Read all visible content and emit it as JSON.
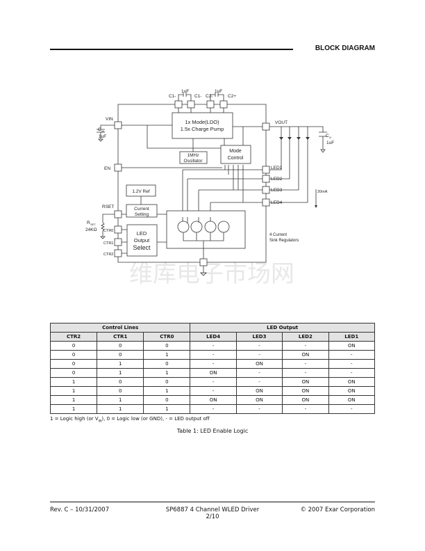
{
  "header": {
    "title": "BLOCK DIAGRAM"
  },
  "diagram": {
    "caps": {
      "c1_minus": "C1-",
      "c1_value": "1uF",
      "c1_minus_2": "C1-",
      "c2_minus": "C2-",
      "c2_value": "1uF",
      "c2_plus": "C2+"
    },
    "charge_pump": {
      "line1": "1x Mode(LDO)",
      "line2": "1.5x Charge Pump"
    },
    "oscillator": {
      "line1": "1MHz",
      "line2": "Oscillator"
    },
    "mode_control": {
      "line1": "Mode",
      "line2": "Control"
    },
    "ref": "1.2V Ref",
    "current_setting": {
      "line1": "Current",
      "line2": "Setting"
    },
    "led_select": {
      "line1": "LED",
      "line2": "Output",
      "line3": "Select"
    },
    "pins": {
      "vin": "VIN",
      "vout": "VOUT",
      "en": "EN",
      "rset": "RSET",
      "ctr0": "CTR0",
      "ctr1": "CTR1",
      "ctr2": "CTR2",
      "led1": "LED1",
      "led2": "LED2",
      "led3": "LED3",
      "led4": "LED4"
    },
    "cin": {
      "label": "C",
      "sub": "IN",
      "value": "1uF"
    },
    "co": {
      "label": "C",
      "sub": "O",
      "value": "1uF"
    },
    "rset_res": {
      "label": "R",
      "sub": "SET",
      "value": "24KΩ"
    },
    "current": "20mA",
    "sinks": {
      "line1": "4 Current",
      "line2": "Sink Regulators"
    },
    "watermark": "维库电子市场网"
  },
  "table": {
    "group_headers": [
      "Control Lines",
      "LED Output"
    ],
    "columns": [
      "CTR2",
      "CTR1",
      "CTR0",
      "LED4",
      "LED3",
      "LED2",
      "LED1"
    ],
    "rows": [
      [
        "0",
        "0",
        "0",
        "-",
        "-",
        "-",
        "ON"
      ],
      [
        "0",
        "0",
        "1",
        "-",
        "-",
        "ON",
        "-"
      ],
      [
        "0",
        "1",
        "0",
        "-",
        "ON",
        "-",
        "-"
      ],
      [
        "0",
        "1",
        "1",
        "ON",
        "-",
        "-",
        "-"
      ],
      [
        "1",
        "0",
        "0",
        "-",
        "-",
        "ON",
        "ON"
      ],
      [
        "1",
        "0",
        "1",
        "-",
        "ON",
        "ON",
        "ON"
      ],
      [
        "1",
        "1",
        "0",
        "ON",
        "ON",
        "ON",
        "ON"
      ],
      [
        "1",
        "1",
        "1",
        "-",
        "-",
        "-",
        "-"
      ]
    ],
    "footnote_a": "1 = Logic high (or V",
    "footnote_sub": "IN",
    "footnote_b": "), 0 = Logic low (or GND), - = LED output off",
    "caption": "Table 1: LED Enable Logic"
  },
  "footer": {
    "revision": "Rev. C – 10/31/2007",
    "product": "SP6887 4 Channel WLED Driver",
    "page": "2/10",
    "copyright": "© 2007 Exar Corporation"
  }
}
